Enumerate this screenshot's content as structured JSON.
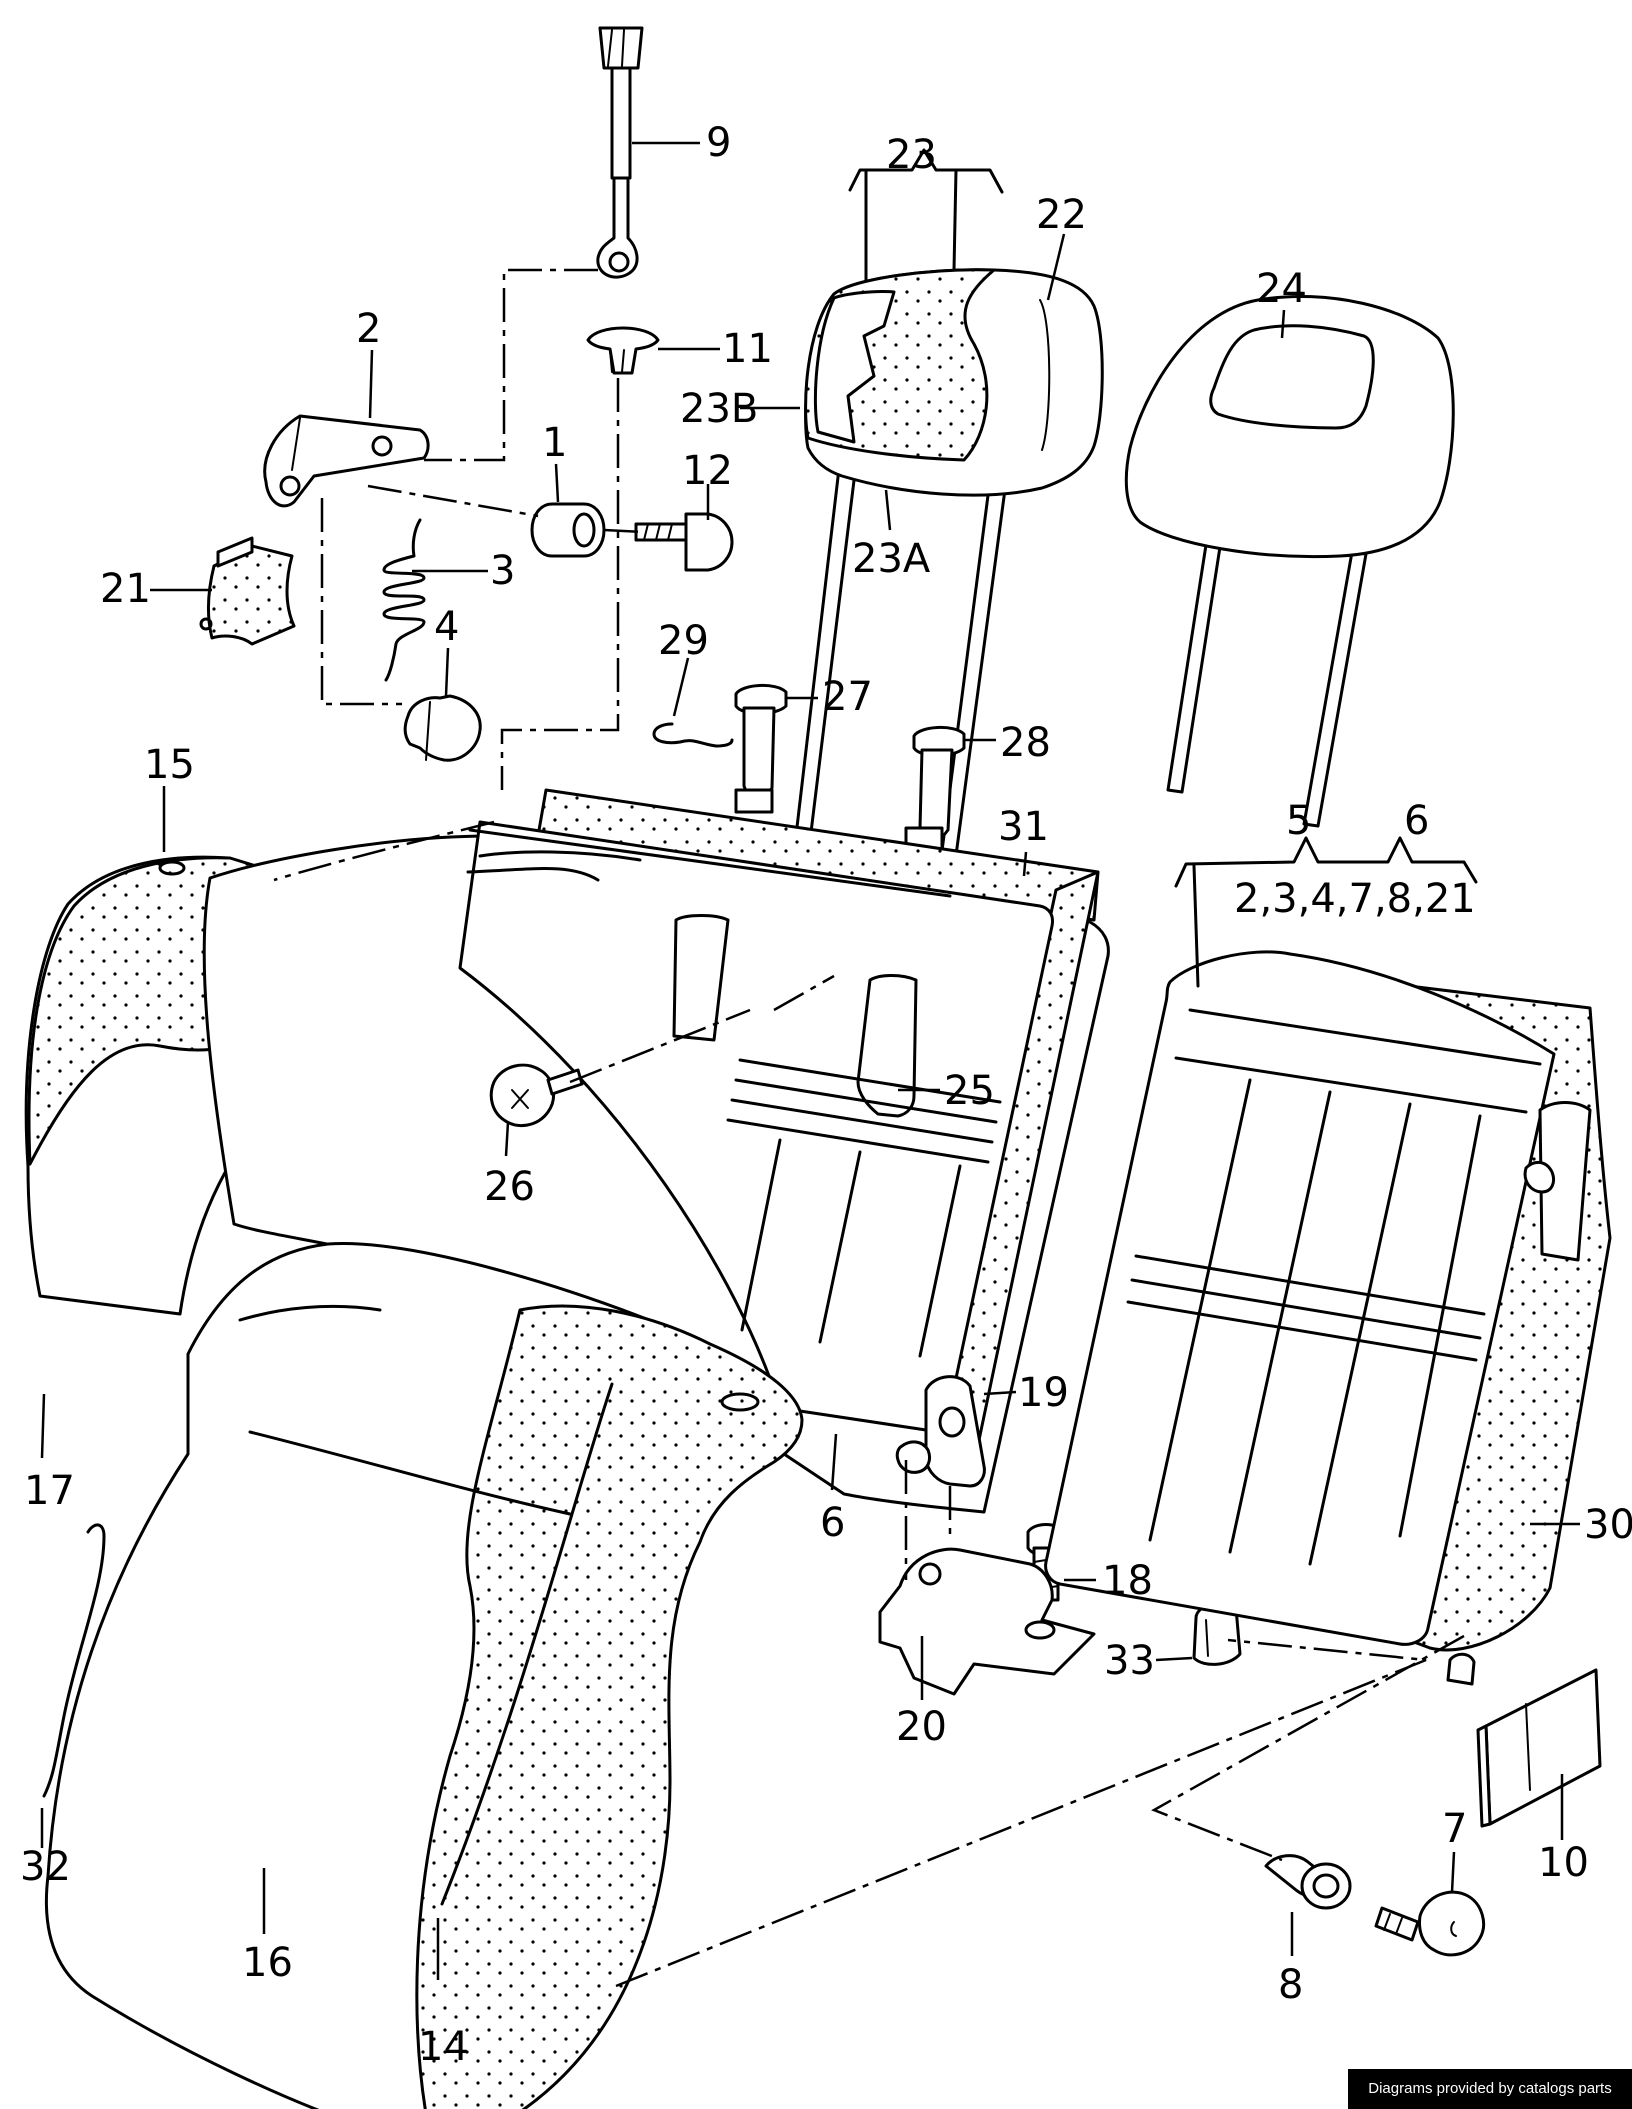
{
  "callouts": [
    {
      "id": "c1",
      "text": "1"
    },
    {
      "id": "c2",
      "text": "2"
    },
    {
      "id": "c3",
      "text": "3"
    },
    {
      "id": "c4",
      "text": "4"
    },
    {
      "id": "c5",
      "text": "5"
    },
    {
      "id": "c6a",
      "text": "6"
    },
    {
      "id": "c6b",
      "text": "6"
    },
    {
      "id": "c7",
      "text": "7"
    },
    {
      "id": "c8",
      "text": "8"
    },
    {
      "id": "c9",
      "text": "9"
    },
    {
      "id": "c10",
      "text": "10"
    },
    {
      "id": "c11",
      "text": "11"
    },
    {
      "id": "c12",
      "text": "12"
    },
    {
      "id": "c14",
      "text": "14"
    },
    {
      "id": "c15",
      "text": "15"
    },
    {
      "id": "c16",
      "text": "16"
    },
    {
      "id": "c17",
      "text": "17"
    },
    {
      "id": "c18",
      "text": "18"
    },
    {
      "id": "c19",
      "text": "19"
    },
    {
      "id": "c20",
      "text": "20"
    },
    {
      "id": "c21",
      "text": "21"
    },
    {
      "id": "c22",
      "text": "22"
    },
    {
      "id": "c23",
      "text": "23"
    },
    {
      "id": "c23a",
      "text": "23A"
    },
    {
      "id": "c23b",
      "text": "23B"
    },
    {
      "id": "c24",
      "text": "24"
    },
    {
      "id": "c25",
      "text": "25"
    },
    {
      "id": "c26",
      "text": "26"
    },
    {
      "id": "c27",
      "text": "27"
    },
    {
      "id": "c28",
      "text": "28"
    },
    {
      "id": "c29",
      "text": "29"
    },
    {
      "id": "c30",
      "text": "30"
    },
    {
      "id": "c31",
      "text": "31"
    },
    {
      "id": "c32",
      "text": "32"
    },
    {
      "id": "c33",
      "text": "33"
    },
    {
      "id": "cset",
      "text": "2,3,4,7,8,21"
    }
  ],
  "credit": "Diagrams provided by catalogs parts"
}
